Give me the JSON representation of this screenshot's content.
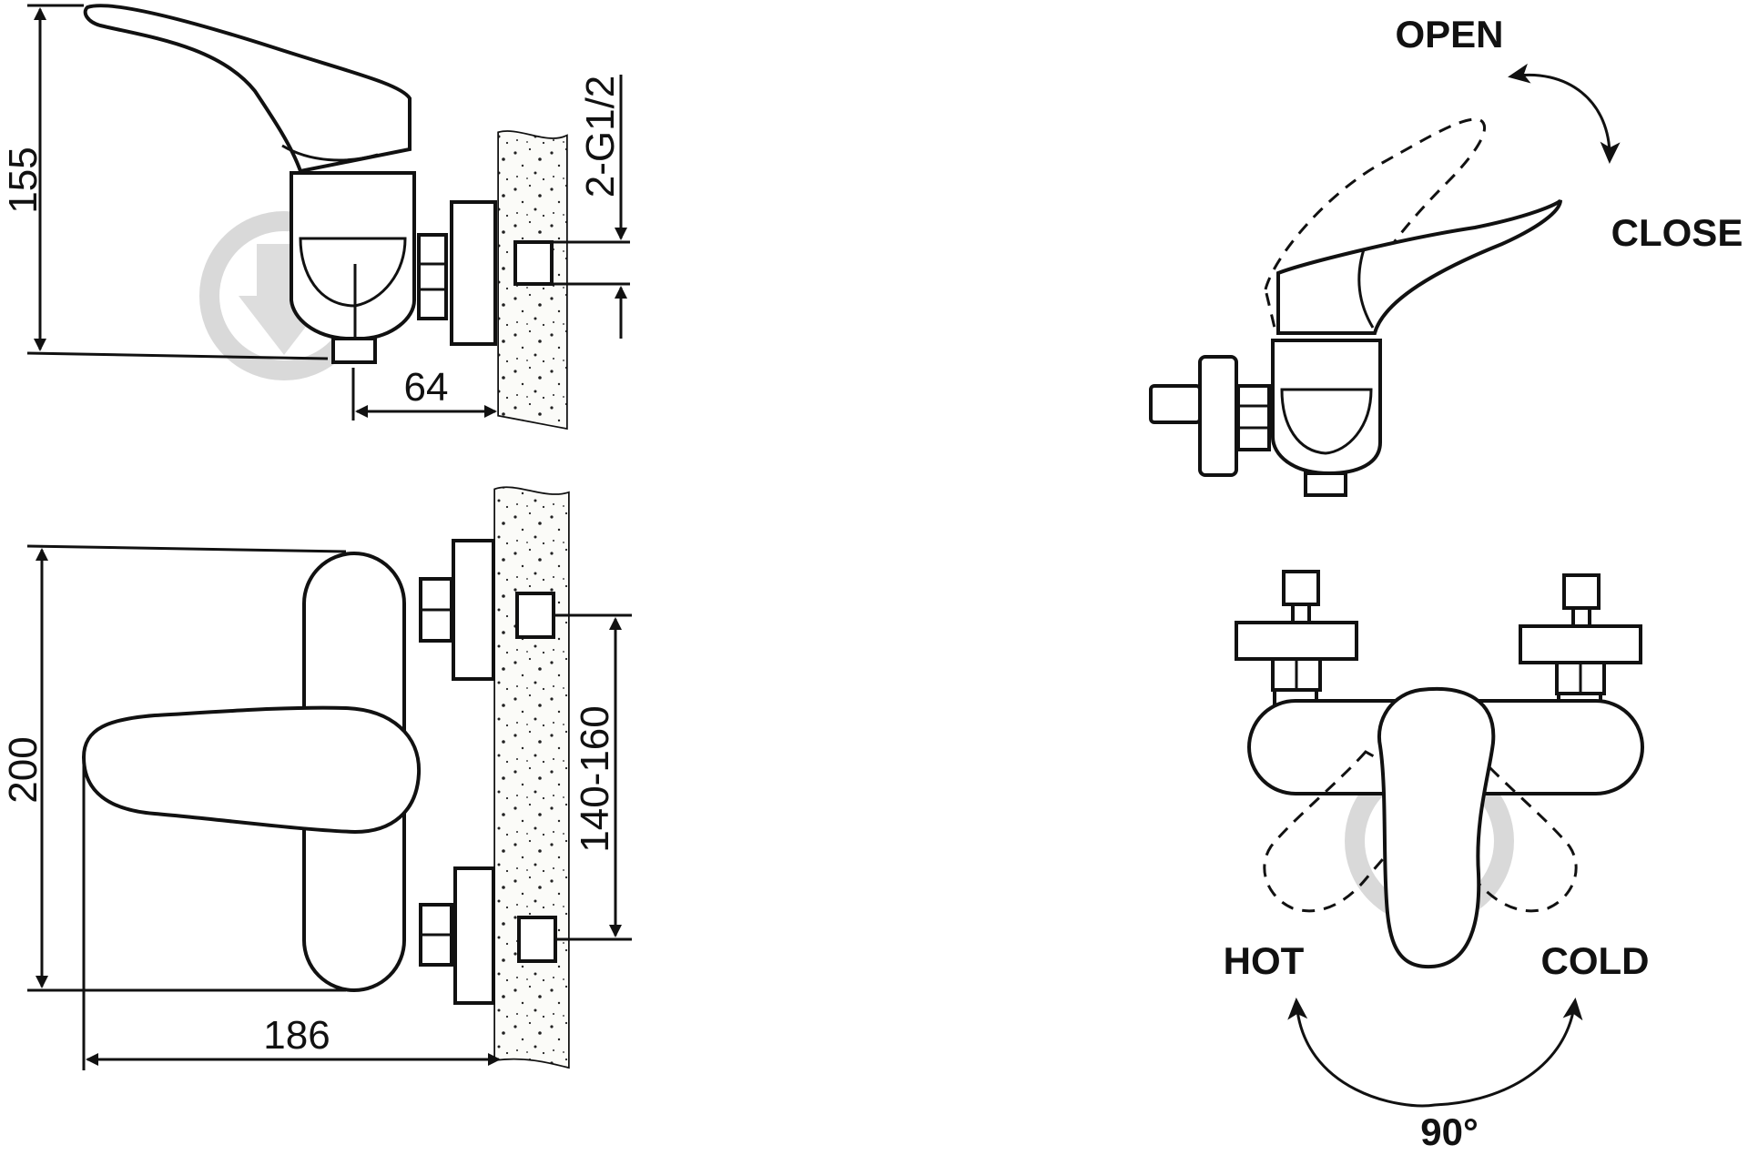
{
  "dimensions": {
    "side_height": "155",
    "side_depth": "64",
    "thread": "2-G1/2",
    "front_height": "200",
    "front_width": "186",
    "spacing": "140-160"
  },
  "labels": {
    "open": "OPEN",
    "close": "CLOSE",
    "hot": "HOT",
    "cold": "COLD",
    "angle": "90°"
  },
  "colors": {
    "line": "#111111",
    "background": "#ffffff",
    "watermark": "#d9d9d9"
  },
  "icons": [
    "watermark-logo-icon",
    "rotation-arrow-icon"
  ]
}
